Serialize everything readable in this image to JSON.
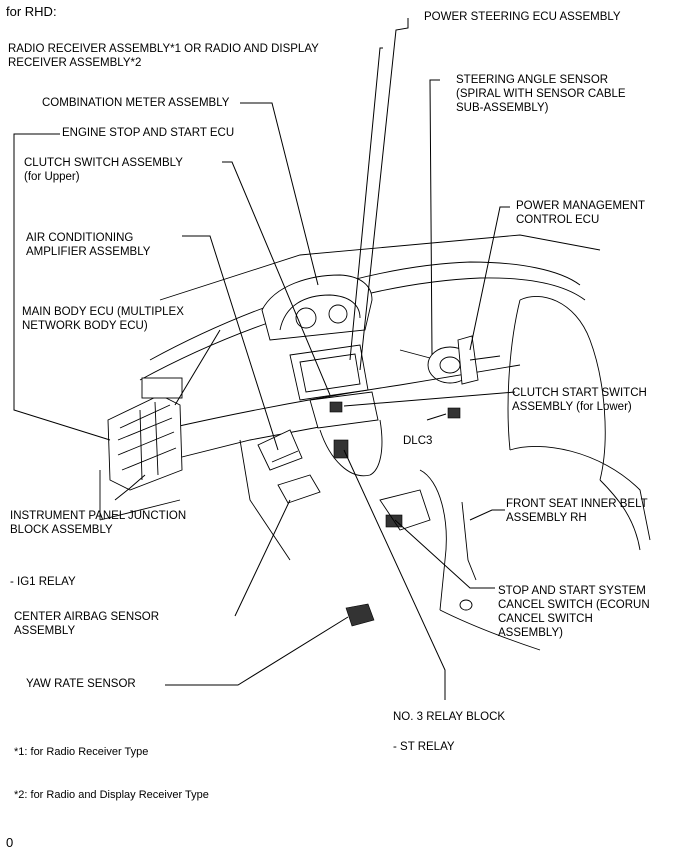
{
  "title": "for RHD:",
  "labels": {
    "power_steering": "POWER STEERING ECU ASSEMBLY",
    "radio": "RADIO RECEIVER ASSEMBLY*1 OR RADIO AND DISPLAY\nRECEIVER ASSEMBLY*2",
    "steering_angle": "STEERING ANGLE SENSOR\n(SPIRAL WITH SENSOR CABLE\nSUB-ASSEMBLY)",
    "combination_meter": "COMBINATION METER ASSEMBLY",
    "engine_stop_start": "ENGINE STOP AND START ECU",
    "clutch_upper": "CLUTCH SWITCH ASSEMBLY\n(for Upper)",
    "power_management": "POWER MANAGEMENT\nCONTROL ECU",
    "ac_amplifier": "AIR CONDITIONING\nAMPLIFIER ASSEMBLY",
    "main_body_ecu": "MAIN BODY ECU (MULTIPLEX\nNETWORK BODY ECU)",
    "clutch_start": "CLUTCH START SWITCH\nASSEMBLY (for Lower)",
    "dlc3": "DLC3",
    "instrument_panel_jb": "INSTRUMENT PANEL JUNCTION\nBLOCK ASSEMBLY",
    "front_seat_belt": "FRONT SEAT INNER BELT\nASSEMBLY RH",
    "ig1_relay": "- IG1 RELAY",
    "stop_start_cancel": "STOP AND START SYSTEM\nCANCEL SWITCH (ECORUN\nCANCEL SWITCH\nASSEMBLY)",
    "center_airbag": "CENTER AIRBAG SENSOR\nASSEMBLY",
    "yaw_rate": "YAW RATE SENSOR",
    "no3_relay": "NO. 3 RELAY BLOCK",
    "st_relay": "- ST RELAY"
  },
  "footnotes": {
    "note1": "*1: for Radio Receiver Type",
    "note2": "*2: for Radio and Display Receiver Type"
  },
  "page_number": "0"
}
